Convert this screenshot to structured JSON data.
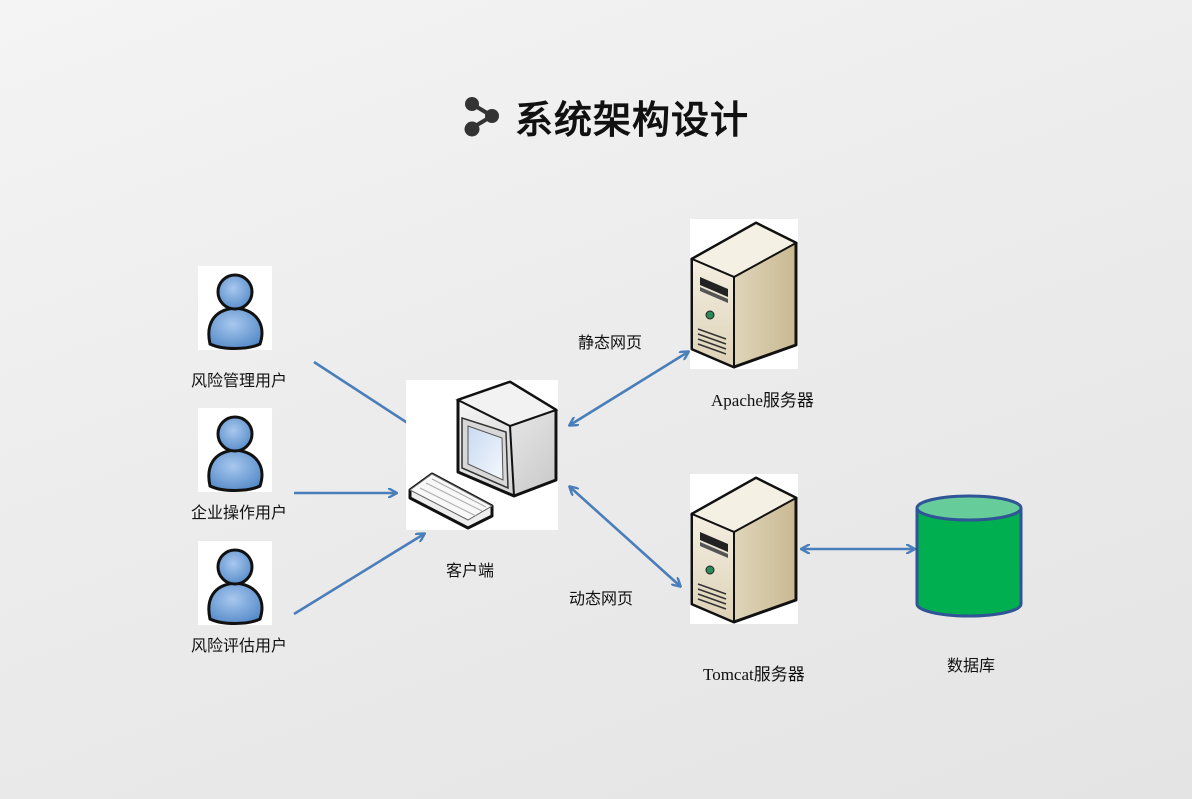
{
  "title": {
    "icon": "share-nodes-icon",
    "text": "系统架构设计"
  },
  "users": [
    {
      "label": "风险管理用户",
      "icon": "user-icon"
    },
    {
      "label": "企业操作用户",
      "icon": "user-icon"
    },
    {
      "label": "风险评估用户",
      "icon": "user-icon"
    }
  ],
  "client": {
    "label": "客户端",
    "icon": "computer-icon"
  },
  "servers": [
    {
      "label": "Apache服务器",
      "icon": "server-icon"
    },
    {
      "label": "Tomcat服务器",
      "icon": "server-icon"
    }
  ],
  "database": {
    "label": "数据库",
    "icon": "database-icon"
  },
  "edges": [
    {
      "from": "风险管理用户",
      "to": "客户端",
      "direction": "one-way"
    },
    {
      "from": "企业操作用户",
      "to": "客户端",
      "direction": "one-way"
    },
    {
      "from": "风险评估用户",
      "to": "客户端",
      "direction": "one-way"
    },
    {
      "from": "客户端",
      "to": "Apache服务器",
      "direction": "two-way",
      "label": "静态网页"
    },
    {
      "from": "客户端",
      "to": "Tomcat服务器",
      "direction": "two-way",
      "label": "动态网页"
    },
    {
      "from": "Tomcat服务器",
      "to": "数据库",
      "direction": "two-way"
    }
  ],
  "colors": {
    "arrow": "#4a7ebb",
    "user_fill": "#6b9fd6",
    "db_fill": "#00b050",
    "db_top": "#66cc99",
    "db_stroke": "#2f5597",
    "server_fill": "#e8e0c8",
    "title_icon": "#333333"
  }
}
